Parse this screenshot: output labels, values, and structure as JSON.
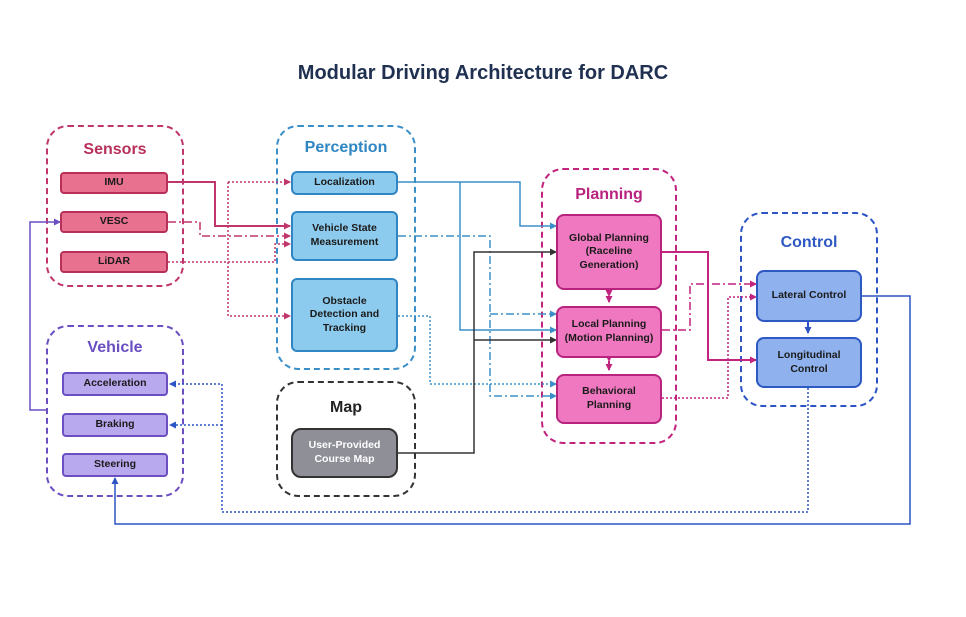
{
  "title": "Modular Driving Architecture for DARC",
  "groups": {
    "sensors": "Sensors",
    "perception": "Perception",
    "planning": "Planning",
    "control": "Control",
    "vehicle": "Vehicle",
    "map": "Map"
  },
  "nodes": {
    "imu": "IMU",
    "vesc": "VESC",
    "lidar": "LiDAR",
    "localization": "Localization",
    "vehicle_state": "Vehicle State Measurement",
    "obstacle": "Obstacle Detection and Tracking",
    "course_map": "User-Provided Course Map",
    "global_planning": "Global Planning (Raceline Generation)",
    "local_planning": "Local Planning (Motion Planning)",
    "behavioral_planning": "Behavioral Planning",
    "lateral_control": "Lateral Control",
    "longitudinal_control": "Longitudinal Control",
    "acceleration": "Acceleration",
    "braking": "Braking",
    "steering": "Steering"
  },
  "colors": {
    "sensors": "#c0356b",
    "perception": "#3a8fc8",
    "planning": "#c2237f",
    "control": "#2c54c4",
    "vehicle": "#6a4ec2",
    "map": "#333333"
  }
}
